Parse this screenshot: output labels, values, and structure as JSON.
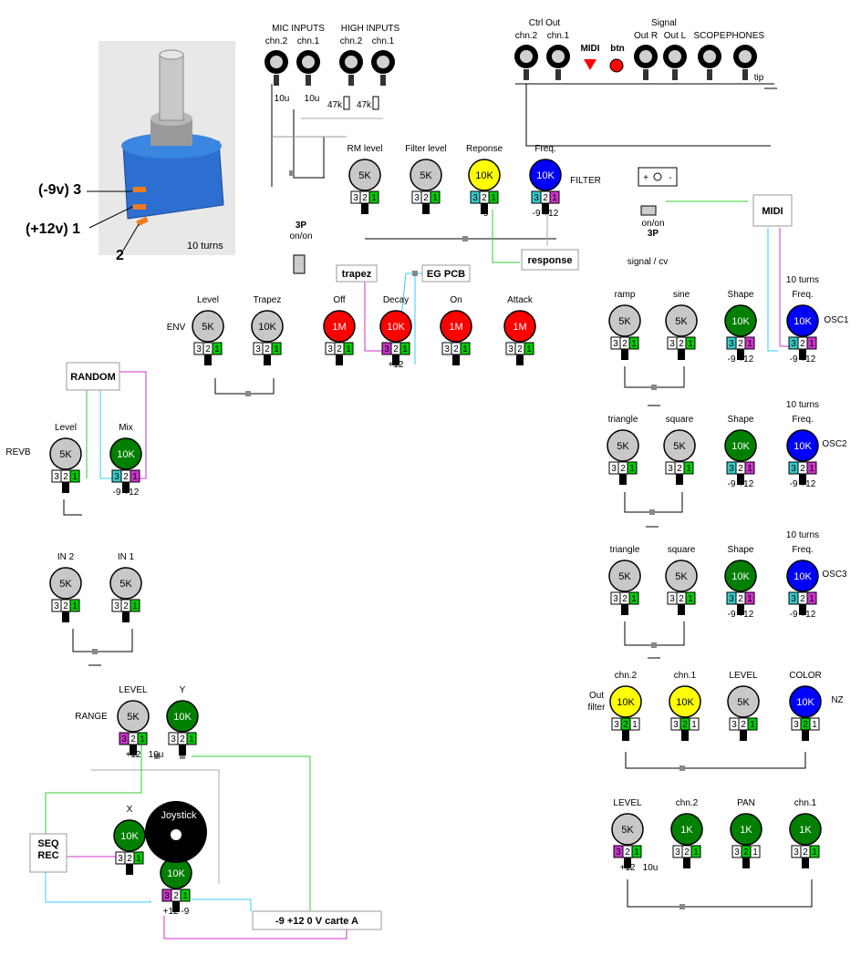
{
  "potentiometer_photo": {
    "pins": [
      {
        "voltage": "(-9v)",
        "number": "3"
      },
      {
        "voltage": "(+12v)",
        "number": "1"
      },
      {
        "number": "2"
      }
    ],
    "turns_label": "10 turns"
  },
  "palette": {
    "grey": "#c8c8c8",
    "yellow": "#ffff00",
    "blue": "#0000ff",
    "green": "#007f00",
    "red": "#ff0000",
    "pin_cyan": "#33cccc",
    "pin_magenta": "#cc33cc",
    "pin_green": "#00cc00",
    "wire_green": "#33cc33",
    "wire_cyan": "#33ccff",
    "wire_magenta": "#cc33cc"
  },
  "jack_sections": {
    "inputs": {
      "mic_title": "MIC INPUTS",
      "high_title": "HIGH INPUTS",
      "jacks": [
        "chn.2",
        "chn.1",
        "chn.2",
        "chn.1"
      ],
      "caps": [
        "10u",
        "10u"
      ],
      "resistors": [
        "47k",
        "47k"
      ]
    },
    "outputs": {
      "ctrl_title": "Ctrl Out",
      "signal_title": "Signal",
      "jacks": [
        "chn.2",
        "chn.1",
        "Out R",
        "Out L",
        "SCOPE",
        "PHONES"
      ],
      "midi_label": "MIDI",
      "btn_label": "btn",
      "tip_label": "tip"
    }
  },
  "modules": {
    "midi_box": "MIDI",
    "switch_top": {
      "label1": "on/on",
      "label2": "3P",
      "footer": "signal / cv",
      "plug_plus": "+",
      "plug_minus": "-"
    },
    "switch_mid": {
      "label1": "3P",
      "label2": "on/on"
    },
    "trapez": "trapez",
    "eg_pcb": "EG PCB",
    "response": "response",
    "random": "RANDOM",
    "seq_rec": [
      "SEQ",
      "REC"
    ],
    "joystick": "Joystick",
    "carte": {
      "voltages": "-9 +12   0 V",
      "name": "carte A"
    }
  },
  "row_labels": [
    "FILTER",
    "ENV",
    "REVB",
    "OSC1",
    "OSC2",
    "OSC3",
    "NZ",
    "RANGE",
    "Out",
    "filter"
  ],
  "pots": [
    {
      "label": "RM level",
      "value": "5K",
      "color": "grey",
      "pins": "plain",
      "supply": ""
    },
    {
      "label": "Filter level",
      "value": "5K",
      "color": "grey",
      "pins": "plain",
      "supply": ""
    },
    {
      "label": "Reponse",
      "value": "10K",
      "color": "yellow",
      "pins": "cyan-left",
      "supply": "-9"
    },
    {
      "label": "Freq.",
      "value": "10K",
      "color": "blue",
      "pins": "cyan-magenta",
      "supply": "-9  +12"
    },
    {
      "label": "Level",
      "value": "5K",
      "color": "grey",
      "pins": "plain",
      "supply": ""
    },
    {
      "label": "Trapez",
      "value": "10K",
      "color": "grey",
      "pins": "plain",
      "supply": ""
    },
    {
      "label": "Off",
      "value": "1M",
      "color": "red",
      "pins": "plain",
      "supply": ""
    },
    {
      "label": "Decay",
      "value": "10K",
      "color": "red",
      "pins": "magenta-left",
      "supply": "+12"
    },
    {
      "label": "On",
      "value": "1M",
      "color": "red",
      "pins": "plain",
      "supply": ""
    },
    {
      "label": "Attack",
      "value": "1M",
      "color": "red",
      "pins": "plain",
      "supply": ""
    },
    {
      "label": "Level",
      "value": "5K",
      "color": "grey",
      "pins": "plain",
      "supply": ""
    },
    {
      "label": "Mix",
      "value": "10K",
      "color": "green",
      "pins": "cyan-magenta",
      "supply": "-9  +12"
    },
    {
      "label": "IN 2",
      "value": "5K",
      "color": "grey",
      "pins": "plain",
      "supply": ""
    },
    {
      "label": "IN 1",
      "value": "5K",
      "color": "grey",
      "pins": "plain",
      "supply": ""
    },
    {
      "label": "ramp",
      "value": "5K",
      "color": "grey",
      "pins": "plain",
      "supply": ""
    },
    {
      "label": "sine",
      "value": "5K",
      "color": "grey",
      "pins": "plain",
      "supply": ""
    },
    {
      "label": "Shape",
      "value": "10K",
      "color": "green",
      "pins": "cyan-magenta",
      "supply": "-9  +12"
    },
    {
      "label": "Freq.",
      "value": "10K",
      "color": "blue",
      "pins": "cyan-magenta",
      "supply": "-9  +12",
      "top": "10 turns"
    },
    {
      "label": "triangle",
      "value": "5K",
      "color": "grey",
      "pins": "plain",
      "supply": ""
    },
    {
      "label": "square",
      "value": "5K",
      "color": "grey",
      "pins": "plain",
      "supply": ""
    },
    {
      "label": "Shape",
      "value": "10K",
      "color": "green",
      "pins": "cyan-magenta",
      "supply": "-9  +12"
    },
    {
      "label": "Freq.",
      "value": "10K",
      "color": "blue",
      "pins": "cyan-magenta",
      "supply": "-9  +12",
      "top": "10 turns"
    },
    {
      "label": "triangle",
      "value": "5K",
      "color": "grey",
      "pins": "plain",
      "supply": ""
    },
    {
      "label": "square",
      "value": "5K",
      "color": "grey",
      "pins": "plain",
      "supply": ""
    },
    {
      "label": "Shape",
      "value": "10K",
      "color": "green",
      "pins": "cyan-magenta",
      "supply": "-9  +12"
    },
    {
      "label": "Freq.",
      "value": "10K",
      "color": "blue",
      "pins": "cyan-magenta",
      "supply": "-9  +12",
      "top": "10 turns"
    },
    {
      "label": "chn.2",
      "value": "10K",
      "color": "yellow",
      "pins": "mid-green",
      "supply": ""
    },
    {
      "label": "chn.1",
      "value": "10K",
      "color": "yellow",
      "pins": "mid-green",
      "supply": ""
    },
    {
      "label": "LEVEL",
      "value": "5K",
      "color": "grey",
      "pins": "plain",
      "supply": ""
    },
    {
      "label": "COLOR",
      "value": "10K",
      "color": "blue",
      "pins": "mid-green",
      "supply": ""
    },
    {
      "label": "LEVEL",
      "value": "5K",
      "color": "grey",
      "pins": "magenta-left",
      "supply": "+12",
      "cap": "10u"
    },
    {
      "label": "chn.2",
      "value": "1K",
      "color": "green",
      "pins": "plain",
      "supply": ""
    },
    {
      "label": "PAN",
      "value": "1K",
      "color": "green",
      "pins": "mid-green",
      "supply": ""
    },
    {
      "label": "chn.1",
      "value": "1K",
      "color": "green",
      "pins": "plain",
      "supply": ""
    },
    {
      "label": "LEVEL",
      "value": "5K",
      "color": "grey",
      "pins": "magenta-left",
      "supply": "+12",
      "cap": "10u"
    },
    {
      "label": "Y",
      "value": "10K",
      "color": "green",
      "pins": "plain",
      "supply": ""
    },
    {
      "label": "X",
      "value": "10K",
      "color": "green",
      "pins": "plain",
      "supply": ""
    },
    {
      "label": "Y",
      "value": "10K",
      "color": "green",
      "pins": "magenta-left",
      "supply": "+12  -9"
    },
    {
      "label": "X",
      "value": "10K",
      "color": "green",
      "pins": "magenta-cyan",
      "supply": "+12  -9"
    }
  ]
}
